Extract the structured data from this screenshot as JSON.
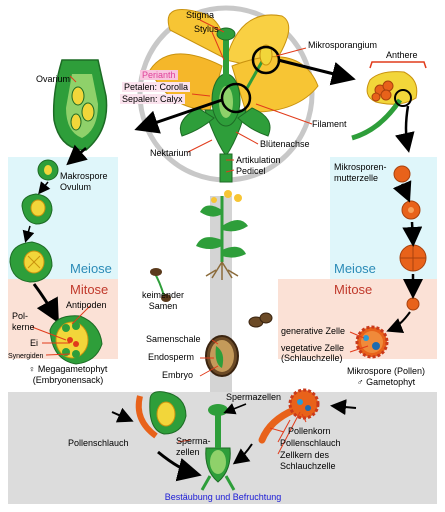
{
  "labels": {
    "stigma": "Stigma",
    "stylus": "Stylus",
    "mikrosporangium": "Mikrosporangium",
    "anthere": "Anthere",
    "ovarium": "Ovarium",
    "perianth": "Perianth",
    "petalen": "Petalen: Corolla",
    "sepalen": "Sepalen: Calyx",
    "filament": "Filament",
    "bluetenachse": "Blütenachse",
    "nektarium": "Nektarium",
    "artikulation": "Artikulation",
    "pedicel": "Pedicel",
    "makrospore_line1": "Makrospore",
    "makrospore_line2": "Ovulum",
    "mikrosporenmutterzelle_line1": "Mikrosporen-",
    "mikrosporenmutterzelle_line2": "mutterzelle",
    "meiose_left": "Meiose",
    "meiose_right": "Meiose",
    "mitose_left": "Mitose",
    "mitose_right": "Mitose",
    "antipoden": "Antipoden",
    "polkerne_line1": "Pol-",
    "polkerne_line2": "kerne",
    "ei": "Ei",
    "synergiden": "Synergiden",
    "keimender_line1": "keimender",
    "keimender_line2": "Samen",
    "samenschale": "Samenschale",
    "endosperm": "Endosperm",
    "embryo": "Embryo",
    "generative_zelle": "generative Zelle",
    "vegetative_line1": "vegetative Zelle",
    "vegetative_line2": "(Schlauchzelle)",
    "megagametophyt_line1": "♀ Megagametophyt",
    "megagametophyt_line2": "(Embryonensack)",
    "mikrospore_line1": "Mikrospore (Pollen)",
    "mikrospore_line2": "♂ Gametophyt",
    "spermazellen_top": "Spermazellen",
    "pollenkorn": "Pollenkorn",
    "pollenschlauch_left": "Pollenschlauch",
    "pollenschlauch_right": "Pollenschlauch",
    "sperma_line1": "Sperma-",
    "sperma_line2": "zellen",
    "zellkern_line1": "Zellkern des",
    "zellkern_line2": "Schlauchzelle",
    "bestaeubung": "Bestäubung und Befruchtung"
  },
  "colors": {
    "meiose_bg": "#dff6fa",
    "mitose_bg": "#fbe1d6",
    "bottom_bg": "#dcdcdc",
    "meiose_text": "#2b8bb7",
    "mitose_text": "#c0392b",
    "perianth_bg": "#f9c6df",
    "perianth_text": "#e0419b",
    "bottom_text": "#1a1ad6",
    "petal": "#f7c534",
    "green": "#2e9e3a",
    "dark_green": "#1d6b25",
    "cell_orange": "#e8621a",
    "pollen_red": "#d9391b"
  },
  "icons": [
    "flower-icon",
    "seedling-icon",
    "seed-icon",
    "pollen-grain-icon",
    "ovary-icon",
    "ovule-icon",
    "cell-icon",
    "arrow-icon"
  ]
}
